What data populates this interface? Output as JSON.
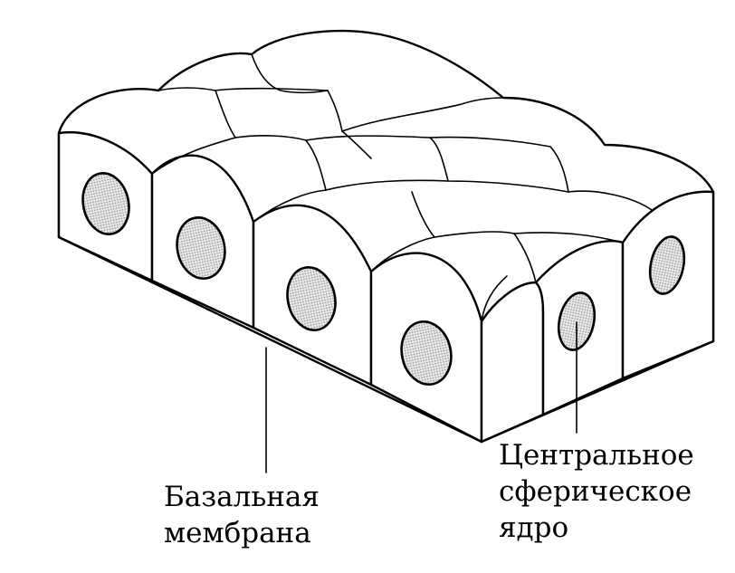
{
  "colors": {
    "background": "#ffffff",
    "line": "#000000",
    "nucleus_fill": "#d6d6d6"
  },
  "labels": {
    "basal_membrane": [
      "Базальная",
      "мембрана"
    ],
    "central_nucleus": [
      "Центральное",
      "сферическое",
      "ядро"
    ]
  }
}
